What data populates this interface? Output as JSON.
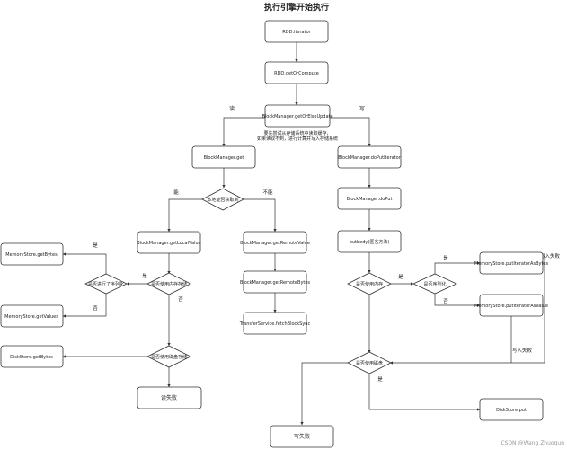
{
  "title": "执行引擎开始执行",
  "note": {
    "line1": "要先尝试从存储系统中读取缓存，",
    "line2": "如果读取不到，进行计算并写入存储系统"
  },
  "edge_labels": {
    "read": "读",
    "write": "写",
    "can_get": "能",
    "cannot_get": "不能",
    "yes": "是",
    "no": "否",
    "write_fail": "写入失败"
  },
  "nodes": {
    "rdd_iterator": "RDD.iterator",
    "rdd_get_or_compute": "RDD.getOrCompute",
    "bm_get_or_else_update": "BlockManager.getOrElseUpdate",
    "bm_get": "BlockManager.get",
    "bm_do_put_iterator": "BlockManager.doPutIterator",
    "bm_do_put": "BlockManager.doPut",
    "put_body": "putbody(匿名方法)",
    "bm_get_local_value": "BlockManager.getLocalValue",
    "bm_get_remote_value": "BlockManager.getRemoteValue",
    "bm_get_remote_bytes": "BlockManager.getRemoteBytes",
    "transfer_service_fetch": "TransferService.fetchBlockSync",
    "memory_store_get_bytes": "MemoryStore.getBytes",
    "memory_store_get_values": "MemoryStore.getValues",
    "disk_store_get_bytes": "DiskStore.getBytes",
    "read_fail": "读失败",
    "memory_store_put_iterator_as_bytes": "MemoryStore.putIteratorAsBytes",
    "memory_store_put_iterator_as_value": "MemoryStore.putIteratorAsValue",
    "disk_store_put": "DiskStore.put",
    "write_fail": "写失败"
  },
  "decisions": {
    "can_get_locally": "本地能否获取到",
    "use_memory_storage": "是否使用内存存储",
    "serialized_1": "是否进行了序列化",
    "use_disk_storage": "是否使用磁盘存储",
    "use_memory": "是否使用内存",
    "serialized_2": "是否序列化",
    "use_disk": "是否使用磁盘"
  },
  "watermark": "CSDN @Wang Zhuoqun"
}
